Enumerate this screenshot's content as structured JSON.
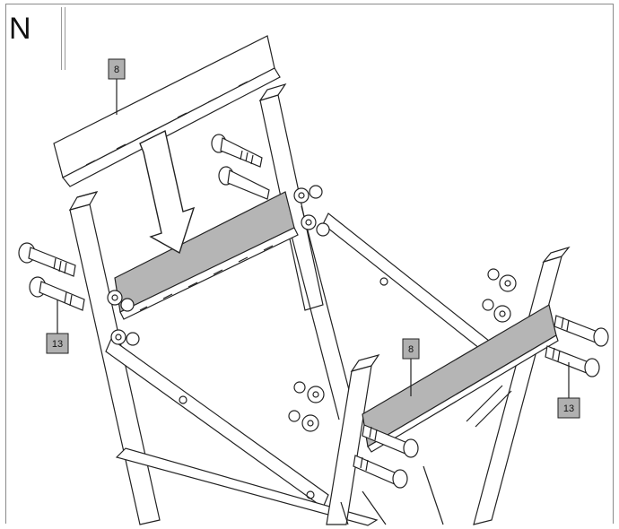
{
  "step": {
    "letter": "N"
  },
  "callouts": {
    "part_8_top": "8",
    "part_8_right": "8",
    "part_13_left": "13",
    "part_13_right": "13"
  },
  "colors": {
    "line": "#222222",
    "plate_fill": "#b5b5b5",
    "callout_fill": "#b0b0b0",
    "background": "#ffffff"
  }
}
